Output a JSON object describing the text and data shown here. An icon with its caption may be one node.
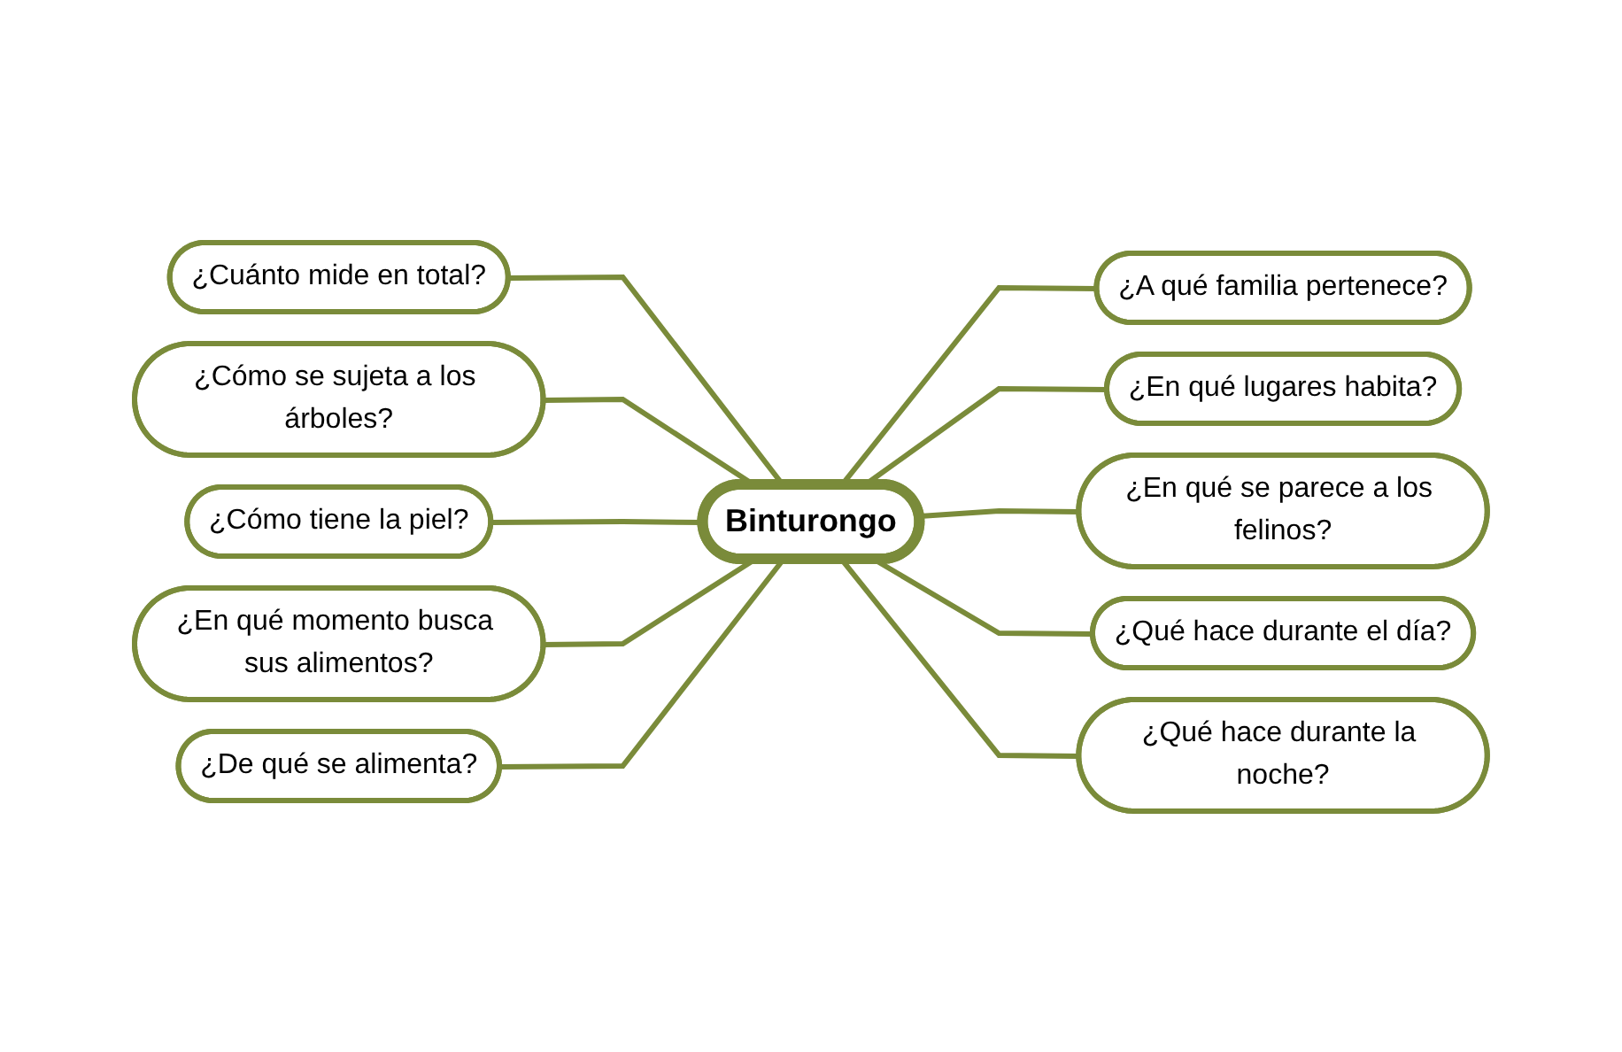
{
  "diagram": {
    "nodes": [
      {
        "text": [
          "Binturongo"
        ]
      },
      {
        "text": [
          "¿A qué familia pertenece?"
        ]
      },
      {
        "text": [
          "¿En qué lugares habita?"
        ]
      },
      {
        "text": [
          "¿En qué se parece a los felinos?"
        ]
      },
      {
        "text": [
          "¿Qué hace durante el día?"
        ]
      },
      {
        "text": [
          "¿Qué hace durante la noche?"
        ]
      },
      {
        "text": [
          "¿Cuánto mide en total?"
        ]
      },
      {
        "text": [
          "¿Cómo se sujeta a los árboles?"
        ]
      },
      {
        "text": [
          "¿Cómo tiene la piel?"
        ]
      },
      {
        "text": [
          "¿En qué momento busca sus alimentos?"
        ]
      },
      {
        "text": [
          "¿De qué se alimenta?"
        ]
      }
    ],
    "edges": [
      {
        "from": 0,
        "to": 1,
        "arrow": "none"
      },
      {
        "from": 0,
        "to": 2,
        "arrow": "none"
      },
      {
        "from": 0,
        "to": 3,
        "arrow": "none"
      },
      {
        "from": 0,
        "to": 4,
        "arrow": "none"
      },
      {
        "from": 0,
        "to": 5,
        "arrow": "none"
      },
      {
        "from": 0,
        "to": 6,
        "arrow": "none"
      },
      {
        "from": 0,
        "to": 7,
        "arrow": "none"
      },
      {
        "from": 0,
        "to": 8,
        "arrow": "none"
      },
      {
        "from": 0,
        "to": 9,
        "arrow": "none"
      },
      {
        "from": 0,
        "to": 10,
        "arrow": "none"
      }
    ]
  }
}
